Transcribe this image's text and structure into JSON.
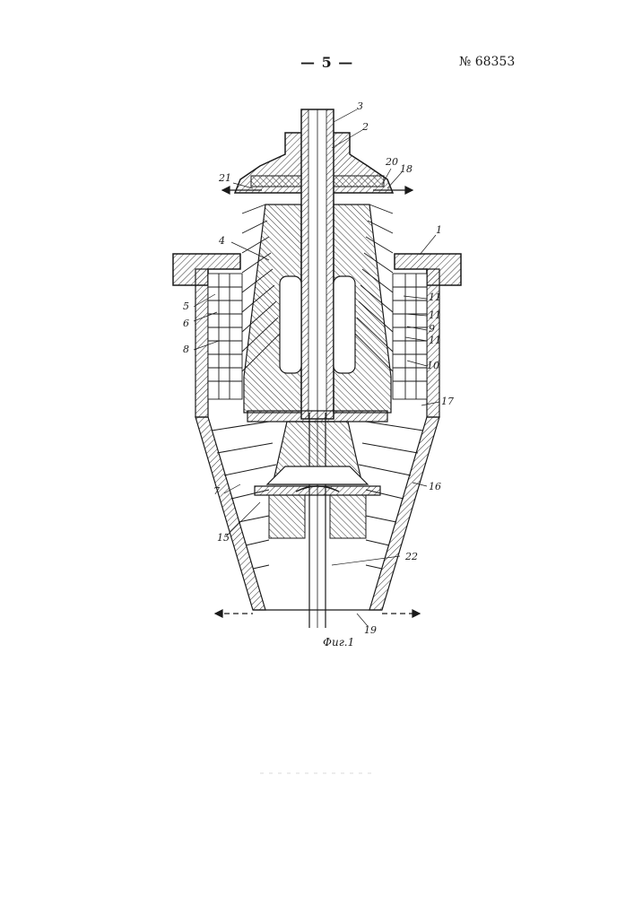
{
  "header": {
    "page_number": "— 5 —",
    "patent_number": "№ 68353"
  },
  "figure": {
    "caption": "Фиг.1",
    "labels": {
      "l1": "1",
      "l2": "2",
      "l3": "3",
      "l4": "4",
      "l5": "5",
      "l6": "6",
      "l7": "7",
      "l8": "8",
      "l9": "9",
      "l10": "10",
      "l11a": "11",
      "l11b": "11",
      "l11c": "11",
      "l15": "15",
      "l16": "16",
      "l17": "17",
      "l18": "18",
      "l19": "19",
      "l20": "20",
      "l21": "21",
      "l22": "22"
    }
  }
}
